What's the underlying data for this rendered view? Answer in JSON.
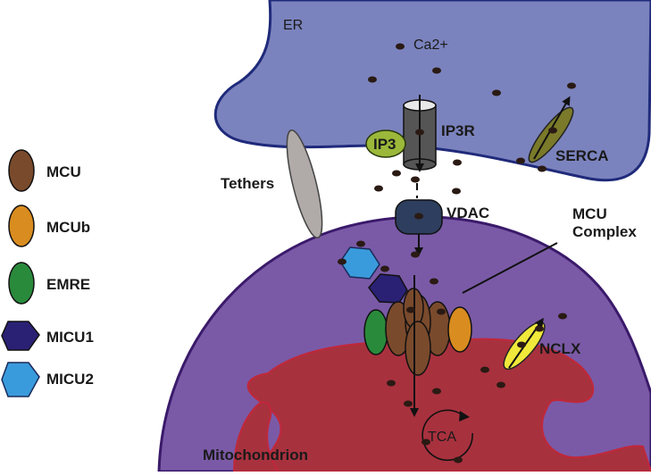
{
  "diagram": {
    "labels": {
      "er": "ER",
      "ca": "Ca2+",
      "ip3r": "IP3R",
      "ip3": "IP3",
      "serca": "SERCA",
      "tethers": "Tethers",
      "vdac": "VDAC",
      "mcu_complex_line1": "MCU",
      "mcu_complex_line2": "Complex",
      "nclx": "NCLX",
      "tca": "TCA",
      "mitochondrion": "Mitochondrion"
    },
    "legend": [
      {
        "label": "MCU",
        "shape": "ellipse",
        "color": "#7a4a2c"
      },
      {
        "label": "MCUb",
        "shape": "ellipse",
        "color": "#d98c1f"
      },
      {
        "label": "EMRE",
        "shape": "ellipse",
        "color": "#2a8a3c"
      },
      {
        "label": "MICU1",
        "shape": "hexagon",
        "color": "#2a2175"
      },
      {
        "label": "MICU2",
        "shape": "hexagon",
        "color": "#3a9bdc"
      }
    ],
    "colors": {
      "er_fill": "#7b83be",
      "er_stroke": "#1f2a7a",
      "mito_outer": "#7a5aa6",
      "mito_stroke": "#3a1a6a",
      "matrix": "#a8313e",
      "matrix_stroke": "#c0283a",
      "ip3": "#9bb83a",
      "ip3r": "#555555",
      "serca": "#7a7a2a",
      "nclx": "#f0e83a",
      "vdac": "#2d3e5e",
      "tether": "#b0aaa8",
      "ion": "#2a1a14"
    }
  }
}
